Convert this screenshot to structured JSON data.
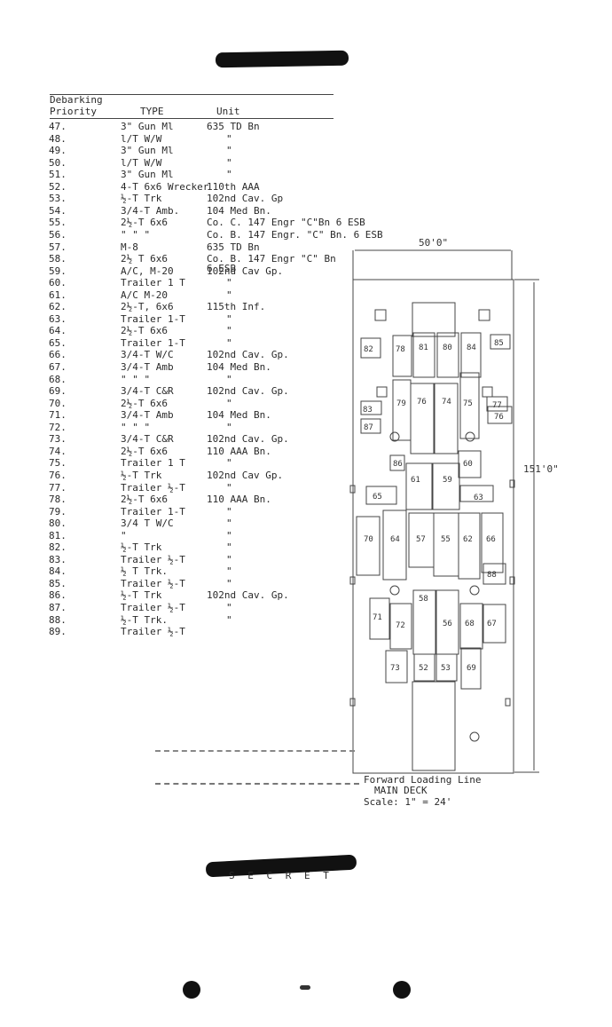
{
  "header": {
    "col_priority_line1": "Debarking",
    "col_priority_line2": "Priority",
    "col_type": "TYPE",
    "col_unit": "Unit"
  },
  "rows": [
    {
      "p": "47.",
      "t": "3\" Gun Ml",
      "u": "635 TD Bn"
    },
    {
      "p": "48.",
      "t": "l/T W/W",
      "u": "\""
    },
    {
      "p": "49.",
      "t": "3\" Gun Ml",
      "u": "\""
    },
    {
      "p": "50.",
      "t": "l/T W/W",
      "u": "\""
    },
    {
      "p": "51.",
      "t": "3\" Gun Ml",
      "u": "\""
    },
    {
      "p": "52.",
      "t": "4-T 6x6 Wrecker",
      "u": "110th AAA"
    },
    {
      "p": "53.",
      "t": "½-T Trk",
      "u": "102nd Cav. Gp"
    },
    {
      "p": "54.",
      "t": "3/4-T Amb.",
      "u": "104 Med Bn."
    },
    {
      "p": "55.",
      "t": "2½-T 6x6",
      "u": "Co. C. 147 Engr \"C\"Bn 6 ESB"
    },
    {
      "p": "56.",
      "t": "\"  \"  \"",
      "u": "Co. B. 147 Engr. \"C\" Bn. 6 ESB"
    },
    {
      "p": "57.",
      "t": "M-8",
      "u": "635 TD Bn"
    },
    {
      "p": "58.",
      "t": "2½ T 6x6",
      "u": "Co. B. 147 Engr \"C\" Bn"
    },
    {
      "p": "59.",
      "t": "A/C, M-20",
      "u": "102nd Cav Gp."
    },
    {
      "p": "60.",
      "t": "Trailer 1 T",
      "u": "\""
    },
    {
      "p": "61.",
      "t": "A/C M-20",
      "u": "\""
    },
    {
      "p": "62.",
      "t": "2½-T, 6x6",
      "u": "115th Inf."
    },
    {
      "p": "63.",
      "t": "Trailer 1-T",
      "u": "\""
    },
    {
      "p": "64.",
      "t": "2½-T 6x6",
      "u": "\""
    },
    {
      "p": "65.",
      "t": "Trailer 1-T",
      "u": "\""
    },
    {
      "p": "66.",
      "t": "3/4-T W/C",
      "u": "102nd Cav. Gp."
    },
    {
      "p": "67.",
      "t": "3/4-T Amb",
      "u": "104 Med Bn."
    },
    {
      "p": "68.",
      "t": "\"  \"  \"",
      "u": "\""
    },
    {
      "p": "69.",
      "t": "3/4-T C&R",
      "u": "102nd Cav. Gp."
    },
    {
      "p": "70.",
      "t": "2½-T 6x6",
      "u": "\""
    },
    {
      "p": "71.",
      "t": "3/4-T Amb",
      "u": "104 Med Bn."
    },
    {
      "p": "72.",
      "t": "\"  \"  \"",
      "u": "\""
    },
    {
      "p": "73.",
      "t": "3/4-T C&R",
      "u": "102nd Cav. Gp."
    },
    {
      "p": "74.",
      "t": "2½-T 6x6",
      "u": "110 AAA Bn."
    },
    {
      "p": "75.",
      "t": "Trailer 1 T",
      "u": "\""
    },
    {
      "p": "76.",
      "t": "½-T Trk",
      "u": "102nd Cav Gp."
    },
    {
      "p": "77.",
      "t": "Trailer ½-T",
      "u": "\""
    },
    {
      "p": "78.",
      "t": "2½-T 6x6",
      "u": "110 AAA Bn."
    },
    {
      "p": "79.",
      "t": "Trailer 1-T",
      "u": "\""
    },
    {
      "p": "80.",
      "t": "3/4 T W/C",
      "u": "\""
    },
    {
      "p": "81.",
      "t": "  \"",
      "u": "\""
    },
    {
      "p": "82.",
      "t": "½-T Trk",
      "u": "\""
    },
    {
      "p": "83.",
      "t": "Trailer ½-T",
      "u": "\""
    },
    {
      "p": "84.",
      "t": "½ T Trk.",
      "u": "\""
    },
    {
      "p": "85.",
      "t": "Trailer ½-T",
      "u": "\""
    },
    {
      "p": "86.",
      "t": "½-T Trk",
      "u": "102nd Cav. Gp."
    },
    {
      "p": "87.",
      "t": "Trailer ½-T",
      "u": "\""
    },
    {
      "p": "88.",
      "t": "½-T Trk.",
      "u": "\""
    },
    {
      "p": "89.",
      "t": "Trailer ½-T",
      "u": ""
    }
  ],
  "row58_continuation": "6 ESB",
  "diagram": {
    "width_label": "50'0\"",
    "length_label": "151'0\"",
    "numbers": {
      "n82": "82",
      "n78": "78",
      "n81": "81",
      "n80": "80",
      "n84": "84",
      "n85": "85",
      "n83": "83",
      "n79": "79",
      "n76": "76",
      "n74": "74",
      "n75": "75",
      "n77": "77",
      "n76b": "76",
      "n87": "87",
      "n86": "86",
      "n60": "60",
      "n61": "61",
      "n59": "59",
      "n65": "65",
      "n63": "63",
      "n70": "70",
      "n64": "64",
      "n57": "57",
      "n55": "55",
      "n62": "62",
      "n66": "66",
      "n88": "88",
      "n58": "58",
      "n71": "71",
      "n72": "72",
      "n56": "56",
      "n68": "68",
      "n67": "67",
      "n73": "73",
      "n52": "52",
      "n53": "53",
      "n69": "69"
    }
  },
  "legend": {
    "line1": "Forward Loading Line",
    "line2": "MAIN DECK",
    "line3": "Scale: 1\" = 24'"
  },
  "footer": {
    "secret": "S E C R E T"
  }
}
